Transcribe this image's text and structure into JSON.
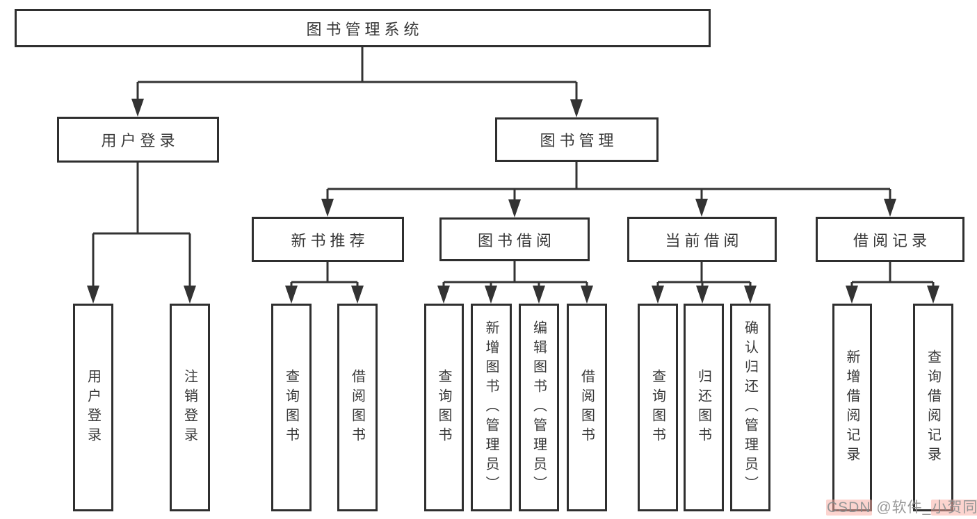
{
  "tree": {
    "root": {
      "label": "图书管理系统"
    },
    "level2": [
      {
        "label": "用户登录",
        "children": [
          {
            "label": "用户登录"
          },
          {
            "label": "注销登录"
          }
        ]
      },
      {
        "label": "图书管理",
        "children": [
          {
            "label": "新书推荐",
            "children": [
              {
                "label": "查询图书"
              },
              {
                "label": "借阅图书"
              }
            ]
          },
          {
            "label": "图书借阅",
            "children": [
              {
                "label": "查询图书"
              },
              {
                "label": "新增图书（管理员）"
              },
              {
                "label": "编辑图书（管理员）"
              },
              {
                "label": "借阅图书"
              }
            ]
          },
          {
            "label": "当前借阅",
            "children": [
              {
                "label": "查询图书"
              },
              {
                "label": "归还图书"
              },
              {
                "label": "确认归还（管理员）"
              }
            ]
          },
          {
            "label": "借阅记录",
            "children": [
              {
                "label": "新增借阅记录"
              },
              {
                "label": "查询借阅记录"
              }
            ]
          }
        ]
      }
    ]
  },
  "watermark": {
    "brand": "CSDN",
    "handle": " @软件_",
    "name": "小贺同学"
  },
  "colors": {
    "background": "#ffffff",
    "line": "#333333",
    "box_border": "#2f2f2f",
    "text": "#383838",
    "watermark_text": "#8f8f8f",
    "watermark_highlight": "#faaaa0"
  }
}
